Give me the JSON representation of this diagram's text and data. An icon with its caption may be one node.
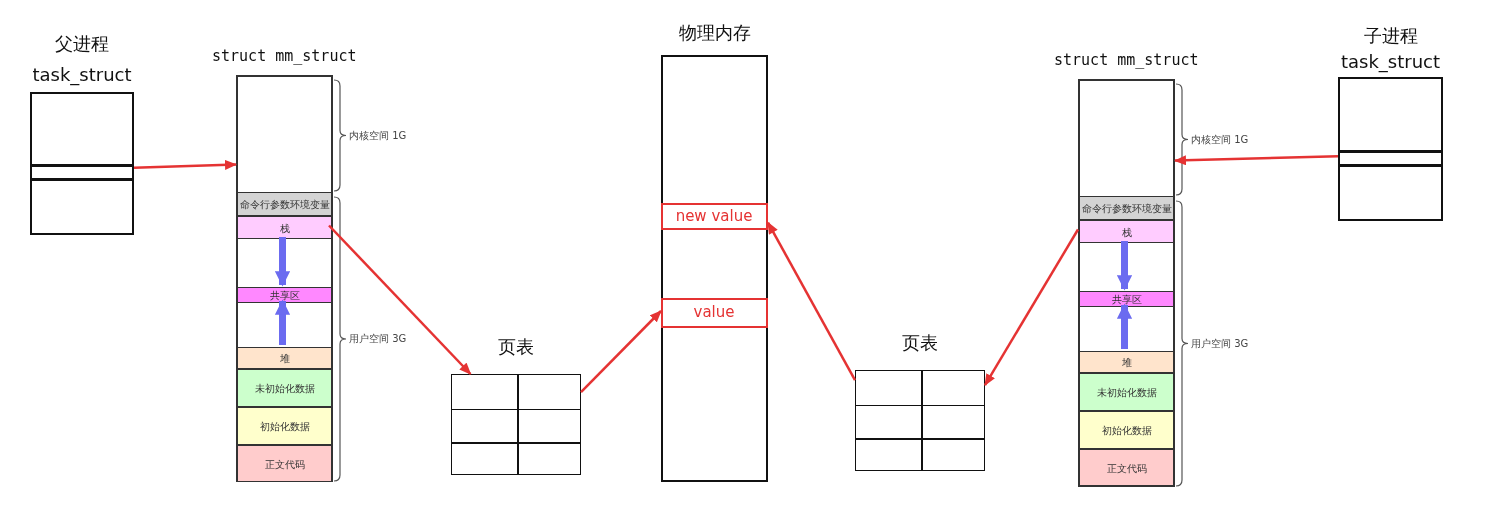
{
  "diagram": {
    "nodes": [
      {
        "text": [
          "父进程",
          "task_struct"
        ]
      },
      {
        "text": [
          "struct mm_struct"
        ],
        "beside": [
          "内核空间 1G",
          "用户空间 3G"
        ]
      },
      {
        "text": [
          "命令行参数环境变量"
        ],
        "in": 1
      },
      {
        "text": [
          "栈"
        ],
        "in": 1
      },
      {
        "text": [
          "共享区"
        ],
        "in": 1
      },
      {
        "text": [
          "堆"
        ],
        "in": 1
      },
      {
        "text": [
          "未初始化数据"
        ],
        "in": 1
      },
      {
        "text": [
          "初始化数据"
        ],
        "in": 1
      },
      {
        "text": [
          "正文代码"
        ],
        "in": 1
      },
      {
        "text": [
          "页表"
        ]
      },
      {
        "text": [
          "物理内存"
        ]
      },
      {
        "text": [
          "new value"
        ],
        "in": 10
      },
      {
        "text": [
          "value"
        ],
        "in": 10
      },
      {
        "text": [
          "页表"
        ]
      },
      {
        "text": [
          "struct mm_struct"
        ],
        "beside": [
          "内核空间 1G",
          "用户空间 3G"
        ]
      },
      {
        "text": [
          "命令行参数环境变量"
        ],
        "in": 14
      },
      {
        "text": [
          "栈"
        ],
        "in": 14
      },
      {
        "text": [
          "共享区"
        ],
        "in": 14
      },
      {
        "text": [
          "堆"
        ],
        "in": 14
      },
      {
        "text": [
          "未初始化数据"
        ],
        "in": 14
      },
      {
        "text": [
          "初始化数据"
        ],
        "in": 14
      },
      {
        "text": [
          "正文代码"
        ],
        "in": 14
      },
      {
        "text": [
          "子进程",
          "task_struct"
        ]
      }
    ],
    "edges": [
      {
        "from": 0,
        "to": 1,
        "arrow": "to"
      },
      {
        "from": 3,
        "to": 9,
        "arrow": "to"
      },
      {
        "from": 9,
        "to": 12,
        "arrow": "to"
      },
      {
        "from": 13,
        "to": 11,
        "arrow": "to"
      },
      {
        "from": 16,
        "to": 13,
        "arrow": "to"
      },
      {
        "from": 22,
        "to": 14,
        "arrow": "to"
      },
      {
        "from": 3,
        "to": 4,
        "arrow": "to",
        "style": "thick",
        "color": "#6b6bf0"
      },
      {
        "from": 5,
        "to": 4,
        "arrow": "to",
        "style": "thick",
        "color": "#6b6bf0"
      },
      {
        "from": 16,
        "to": 17,
        "arrow": "to",
        "style": "thick",
        "color": "#6b6bf0"
      },
      {
        "from": 18,
        "to": 17,
        "arrow": "to",
        "style": "thick",
        "color": "#6b6bf0"
      }
    ]
  }
}
